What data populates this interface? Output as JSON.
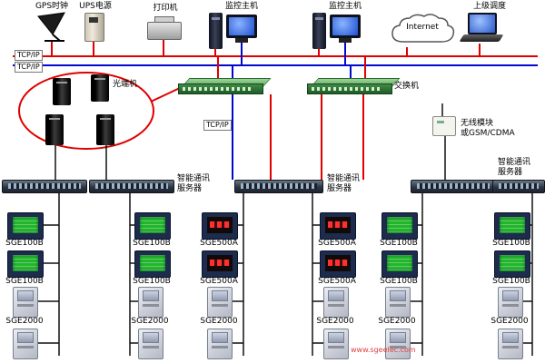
{
  "top": {
    "gps": "GPS时钟",
    "ups": "UPS电源",
    "printer": "打印机",
    "host1": "监控主机",
    "host2": "监控主机",
    "internet": "Internet",
    "dispatch": "上级调度"
  },
  "bus": {
    "tag1": "TCP/IP",
    "tag2": "TCP/IP",
    "tag3": "TCP/IP"
  },
  "mid": {
    "optical": "光端机",
    "switch": "交换机",
    "wireless1": "无线模块",
    "wireless2": "或GSM/CDMA"
  },
  "servers": {
    "line1": "智能通讯",
    "line2": "服务器"
  },
  "columns": [
    {
      "m1": "SGE100B",
      "m2": "SGE100B",
      "b1": "SGE2000"
    },
    {
      "m1": "SGE100B",
      "m2": "SGE100B",
      "b1": "SGE2000"
    },
    {
      "m1": "SGE500A",
      "m2": "SGE500A",
      "b1": "SGE2000"
    },
    {
      "m1": "SGE500A",
      "m2": "SGE500A",
      "b1": "SGE2000"
    },
    {
      "m1": "SGE100B",
      "m2": "SGE100B",
      "b1": "SGE2000"
    },
    {
      "m1": "SGE100B",
      "m2": "SGE100B",
      "b1": "SGE2000"
    }
  ],
  "watermark": "www.sgeelec.com",
  "colors": {
    "bus_red": "#e10000",
    "bus_blue": "#0008d0",
    "switch_green": "#2e7d36"
  }
}
